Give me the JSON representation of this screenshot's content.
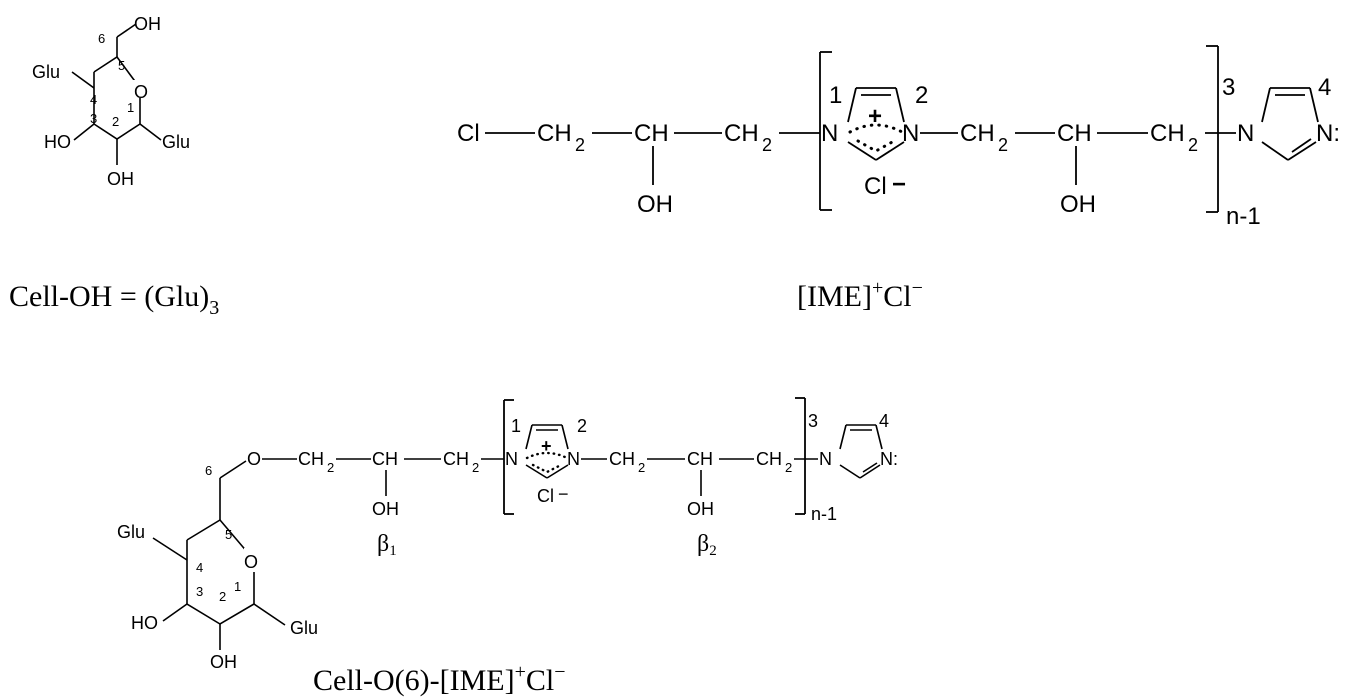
{
  "glucose_unit": {
    "oh_top": "OH",
    "glu_left": "Glu",
    "ring_o": "O",
    "ho_left": "HO",
    "oh_bottom": "OH",
    "glu_right": "Glu",
    "n1": "1",
    "n2": "2",
    "n3": "3",
    "n4": "4",
    "n5": "5",
    "n6": "6"
  },
  "ime": {
    "cl": "Cl",
    "ch2": "CH",
    "ch": "CH",
    "sub2": "2",
    "oh": "OH",
    "n": "N",
    "plus": "+",
    "cl_minus": "Cl",
    "minus": "−",
    "n_lone": "N:",
    "idx1": "1",
    "idx2": "2",
    "idx3": "3",
    "idx4": "4",
    "repeat": "n-1"
  },
  "product": {
    "o": "O",
    "beta": "β",
    "beta1_sub": "1",
    "beta2_sub": "2"
  },
  "captions": {
    "cell_oh_main": "Cell-OH = (Glu)",
    "cell_oh_sub": "3",
    "ime_main": "[IME]",
    "ime_sup1": "+",
    "ime_cl": "Cl",
    "ime_sup2": "−",
    "product_main": "Cell-O(6)-[IME]",
    "product_sup1": "+",
    "product_cl": "Cl",
    "product_sup2": "−"
  }
}
